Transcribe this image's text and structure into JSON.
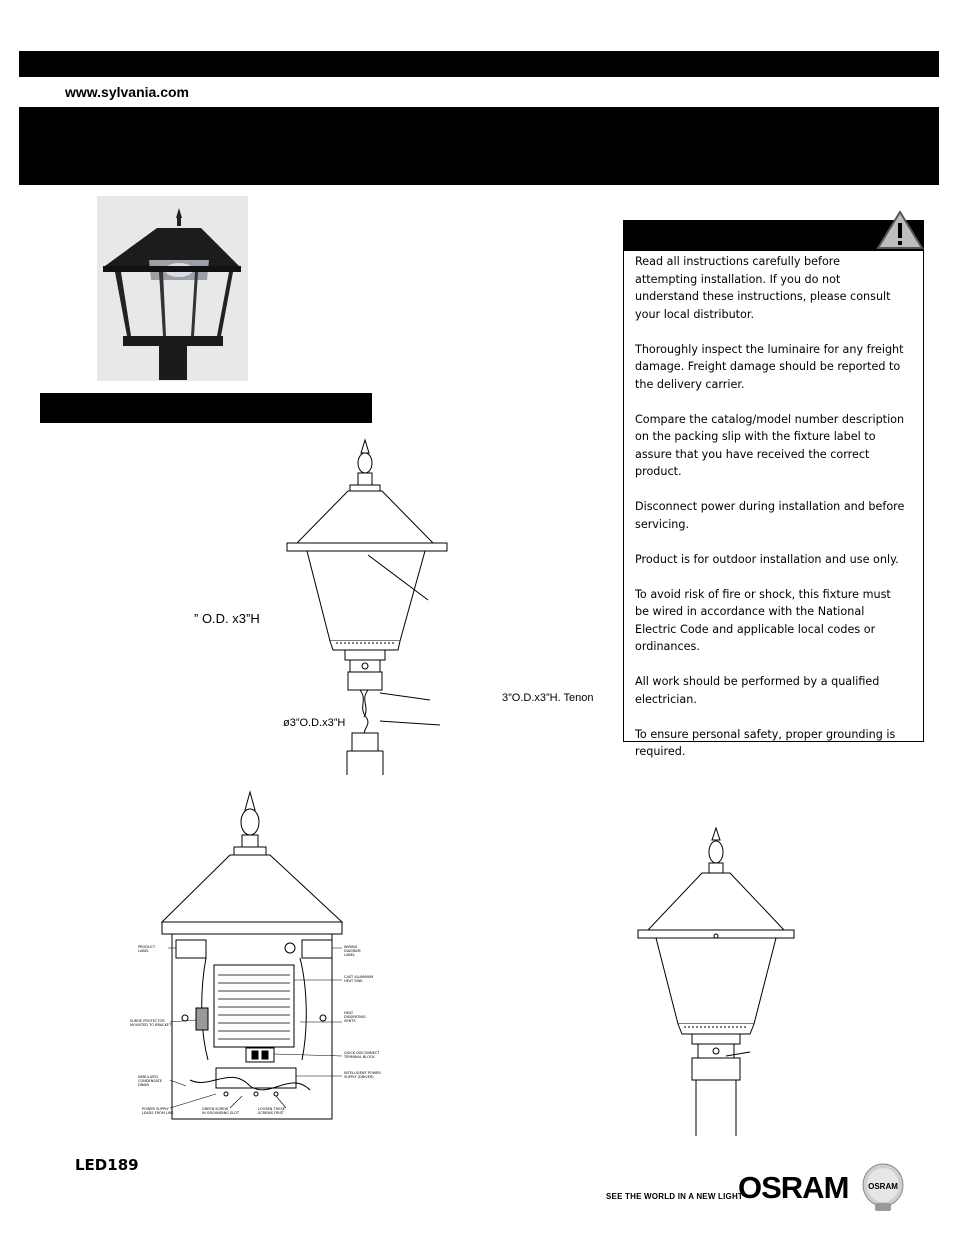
{
  "header": {
    "website": "www.sylvania.com"
  },
  "warnings": {
    "paragraphs": [
      "Read all instructions carefully before attempting installation. If you do not understand these instructions, please consult your local distributor.",
      "Thoroughly inspect the luminaire for any freight damage. Freight damage should be reported to the delivery carrier.",
      "Compare the catalog/model number description on the packing slip with the fixture label to assure that you have received the correct product.",
      "Disconnect power during installation and before servicing.",
      "Product is for outdoor installation and use only.",
      "To avoid risk of fire or shock, this fixture must be wired in accordance with the National Electric Code and applicable local codes or ordinances.",
      "All work should be performed by a qualified electrician.",
      "To ensure personal safety, proper grounding is required."
    ]
  },
  "diagram1": {
    "label_od": "” O.D. x3”H",
    "label_tenon": "3”O.D.x3”H. Tenon",
    "label_pole": "ø3”O.D.x3”H"
  },
  "footer": {
    "model": "LED189",
    "tagline": "SEE THE WORLD IN A NEW LIGHT",
    "brand": "OSRAM",
    "badge": "OSRAM"
  }
}
